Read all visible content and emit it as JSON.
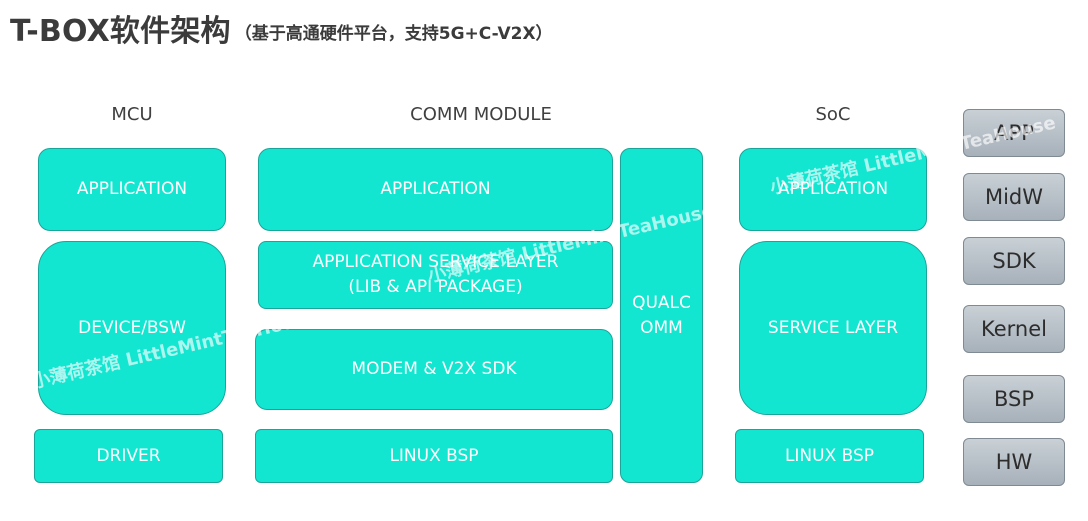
{
  "title": {
    "main": "T-BOX软件架构",
    "sub": "（基于高通硬件平台，支持5G+C-V2X）"
  },
  "columns": {
    "mcu": "MCU",
    "comm": "COMM MODULE",
    "soc": "SoC"
  },
  "mcu": {
    "application": "APPLICATION",
    "device_bsw": "DEVICE/BSW",
    "driver": "DRIVER"
  },
  "comm": {
    "application": "APPLICATION",
    "service_layer": "APPLICATION SERVICE LAYER\n(LIB & API PACKAGE)",
    "modem_sdk": "MODEM & V2X SDK",
    "linux_bsp": "LINUX BSP",
    "qualcomm": "QUALC\nOMM"
  },
  "soc": {
    "application": "APPLICATION",
    "service_layer": "SERVICE LAYER",
    "linux_bsp": "LINUX BSP"
  },
  "layers": [
    "APP",
    "MidW",
    "SDK",
    "Kernel",
    "BSP",
    "HW"
  ],
  "watermark": "小薄荷茶馆 LittleMintTeaHouse",
  "colors": {
    "block_fill": "#12e6d0",
    "block_border": "#1aa59a",
    "layer_fill": "#b8c1c9",
    "title": "#3b3b3b"
  }
}
